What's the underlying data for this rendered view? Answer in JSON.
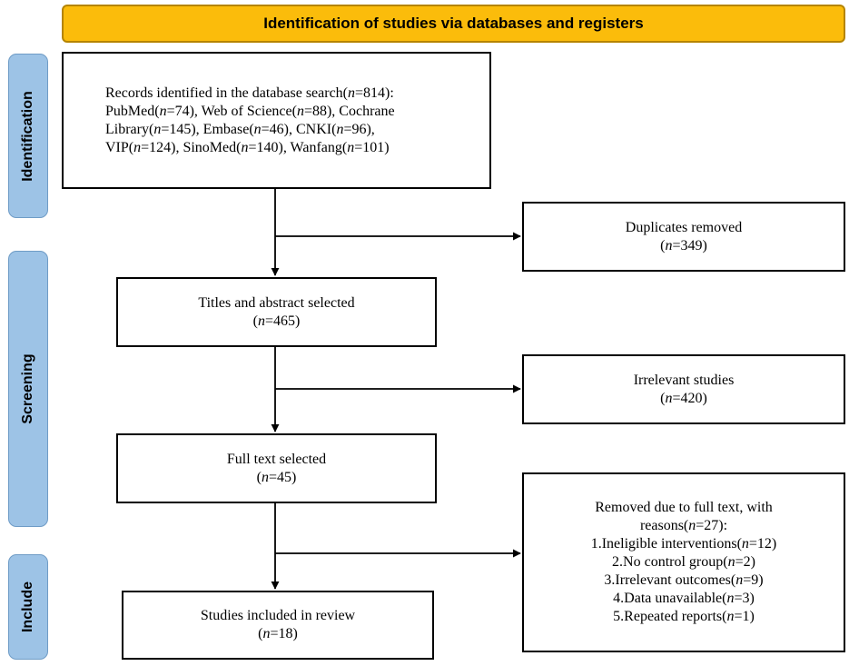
{
  "header": {
    "title": "Identification of studies via databases and registers"
  },
  "stages": {
    "identification": "Identification",
    "screening": "Screening",
    "include": "Include"
  },
  "boxes": {
    "records": {
      "lines": [
        "Records identified in the database search(n=814):",
        "PubMed(n=74), Web of Science(n=88), Cochrane",
        "Library(n=145), Embase(n=46), CNKI(n=96),",
        "VIP(n=124), SinoMed(n=140), Wanfang(n=101)"
      ]
    },
    "duplicates": {
      "label": "Duplicates removed",
      "count": "(n=349)"
    },
    "titles": {
      "label": "Titles and abstract selected",
      "count": "(n=465)"
    },
    "irrelevant": {
      "label": "Irrelevant studies",
      "count": "(n=420)"
    },
    "fulltext": {
      "label": "Full text selected",
      "count": "(n=45)"
    },
    "removed": {
      "lines": [
        "Removed due to full text, with",
        "reasons(n=27):",
        "1.Ineligible interventions(n=12)",
        "2.No control group(n=2)",
        "3.Irrelevant outcomes(n=9)",
        "4.Data unavailable(n=3)",
        "5.Repeated reports(n=1)"
      ]
    },
    "included": {
      "label": "Studies included in review",
      "count": "(n=18)"
    }
  }
}
